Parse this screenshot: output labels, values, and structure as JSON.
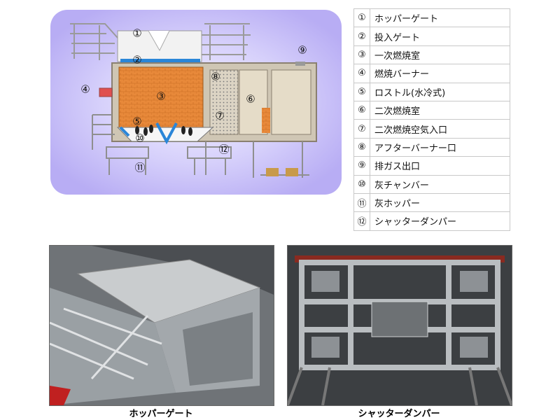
{
  "diagram": {
    "markers": [
      "①",
      "②",
      "③",
      "④",
      "⑤",
      "⑥",
      "⑦",
      "⑧",
      "⑨",
      "⑩",
      "⑪",
      "⑫"
    ]
  },
  "legend": {
    "items": [
      {
        "num": "①",
        "label": "ホッパーゲート"
      },
      {
        "num": "②",
        "label": "投入ゲート"
      },
      {
        "num": "③",
        "label": "一次燃焼室"
      },
      {
        "num": "④",
        "label": "燃焼バーナー"
      },
      {
        "num": "⑤",
        "label": "ロストル(水冷式)"
      },
      {
        "num": "⑥",
        "label": "二次燃焼室"
      },
      {
        "num": "⑦",
        "label": "二次燃焼空気入口"
      },
      {
        "num": "⑧",
        "label": "アフターバーナー口"
      },
      {
        "num": "⑨",
        "label": "排ガス出口"
      },
      {
        "num": "⑩",
        "label": "灰チャンバー"
      },
      {
        "num": "⑪",
        "label": "灰ホッパー"
      },
      {
        "num": "⑫",
        "label": "シャッターダンパー"
      }
    ]
  },
  "photos": {
    "left_caption": "ホッパーゲート",
    "right_caption": "シャッターダンパー"
  }
}
